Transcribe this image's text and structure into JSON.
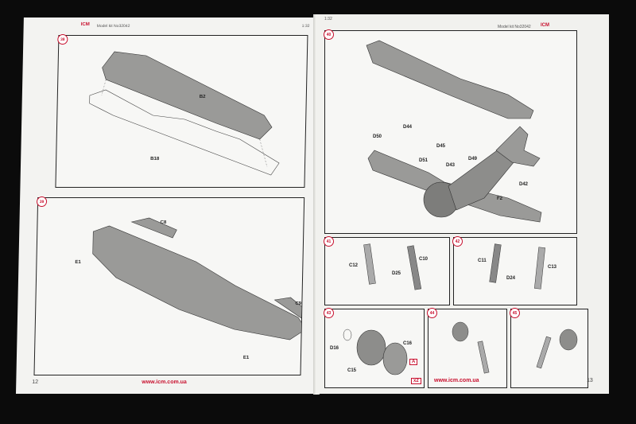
{
  "left": {
    "logo": "ICM",
    "model_kit": "Model kit No32042",
    "scale": "1:32",
    "steps": [
      {
        "num": "38",
        "labels": [
          "B2",
          "B18"
        ]
      },
      {
        "num": "39",
        "labels": [
          "C8",
          "E1",
          "C9",
          "E1"
        ]
      }
    ],
    "page_number": "12",
    "url": "www.icm.com.ua"
  },
  "right": {
    "logo": "ICM",
    "model_kit": "Model kit No32042",
    "scale": "1:32",
    "step40": {
      "num": "40",
      "labels": [
        "D44",
        "D50",
        "D45",
        "D51",
        "D43",
        "D49",
        "D42",
        "F2"
      ]
    },
    "step41": {
      "num": "41",
      "labels": [
        "C12",
        "C10",
        "D25"
      ]
    },
    "step42": {
      "num": "42",
      "labels": [
        "C11",
        "C13",
        "D24"
      ]
    },
    "step43": {
      "num": "43",
      "labels": [
        "D16",
        "C16",
        "C15"
      ],
      "box": "A",
      "multiplier": "x2"
    },
    "step44": {
      "num": "44"
    },
    "step45": {
      "num": "45"
    },
    "page_number": "13",
    "url": "www.icm.com.ua"
  }
}
